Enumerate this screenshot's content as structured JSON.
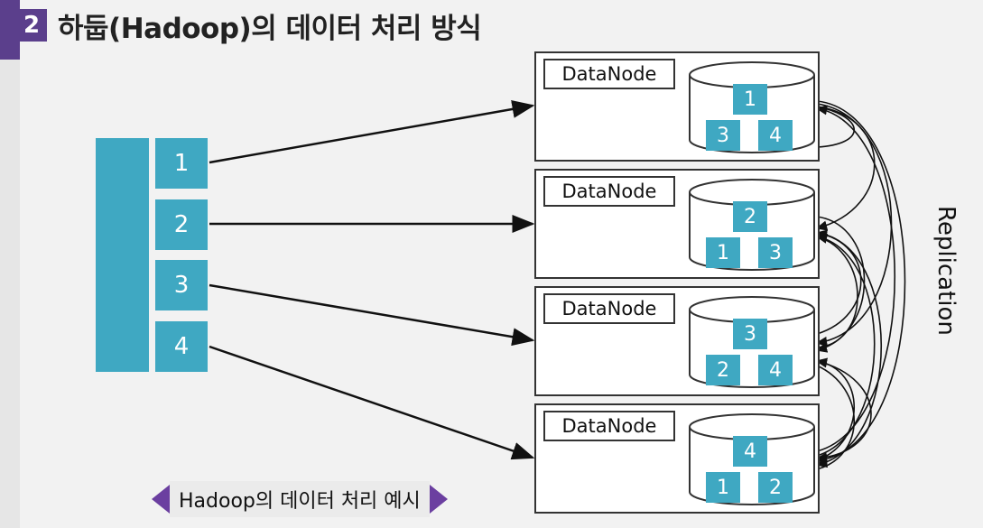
{
  "header": {
    "section_number": "2",
    "title": "하둡(Hadoop)의 데이터 처리 방식"
  },
  "file_blocks": [
    "1",
    "2",
    "3",
    "4"
  ],
  "datanodes": [
    {
      "label": "DataNode",
      "blocks": [
        "1",
        "3",
        "4"
      ]
    },
    {
      "label": "DataNode",
      "blocks": [
        "2",
        "1",
        "3"
      ]
    },
    {
      "label": "DataNode",
      "blocks": [
        "3",
        "2",
        "4"
      ]
    },
    {
      "label": "DataNode",
      "blocks": [
        "4",
        "1",
        "2"
      ]
    }
  ],
  "replication_label": "Replication",
  "caption": "Hadoop의 데이터 처리 예시",
  "colors": {
    "accent": "#5b3f8c",
    "block": "#3fa8c2",
    "caption_arrow": "#6b3fa0"
  }
}
